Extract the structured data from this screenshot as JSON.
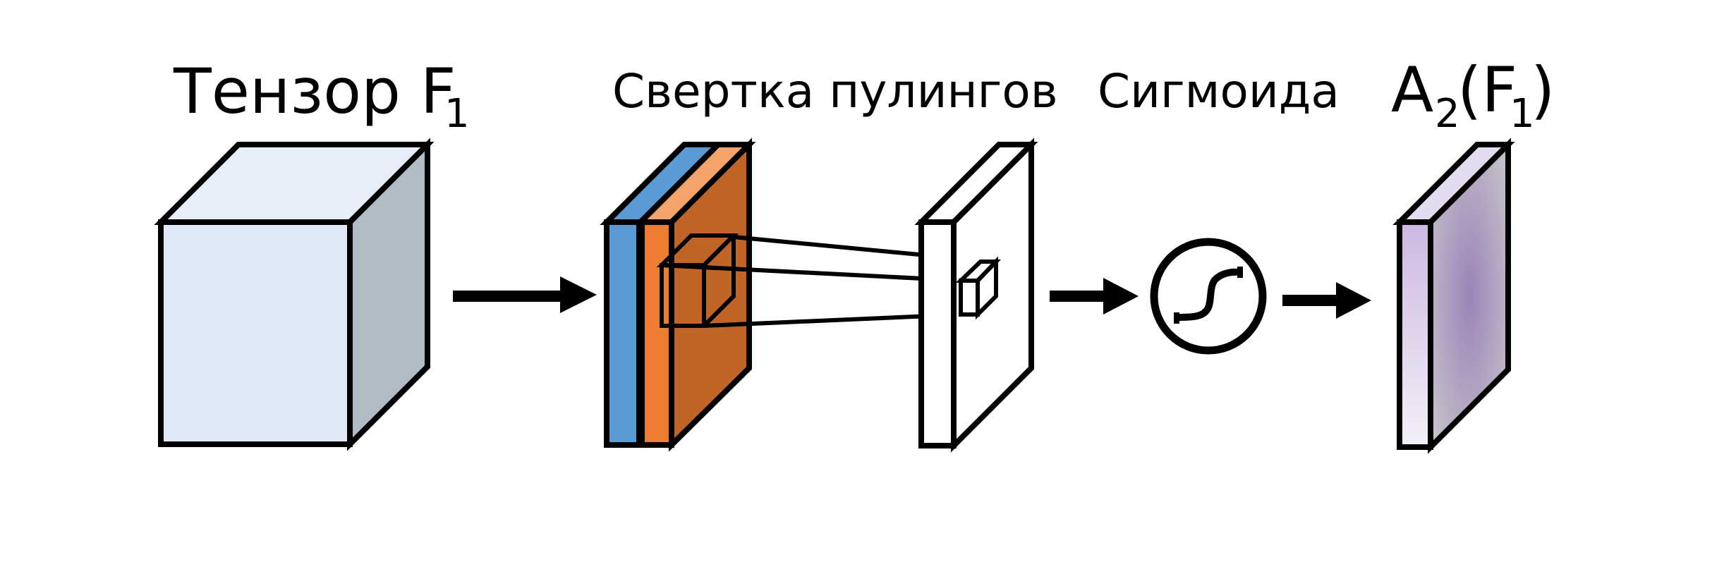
{
  "labels": {
    "tensor": {
      "main": "Тензор F",
      "sub": "1"
    },
    "pooling_conv": "Свертка пулингов",
    "sigmoid": "Сигмоида",
    "output": {
      "a": "A",
      "a_sub": "2",
      "open": "(F",
      "f_sub": "1",
      "close": ")"
    }
  },
  "icons": {
    "arrow": "arrow-right-icon",
    "sigmoid": "sigmoid-curve-icon"
  },
  "colors": {
    "tensor_front": "#dfe9f5",
    "tensor_top": "#e5eef9",
    "tensor_side": "#b2bcc6",
    "pool_blue": "#5b9bd5",
    "pool_orange": "#ed7d31",
    "pool_orange_top": "#f4a46b",
    "pool_side": "#c06428",
    "output_front_top": "#cdb8e0",
    "output_front_bottom": "#f3f0f8",
    "output_side_center": "#9b84b8",
    "output_side_edge": "#c6c2ca",
    "stroke": "#000000"
  }
}
